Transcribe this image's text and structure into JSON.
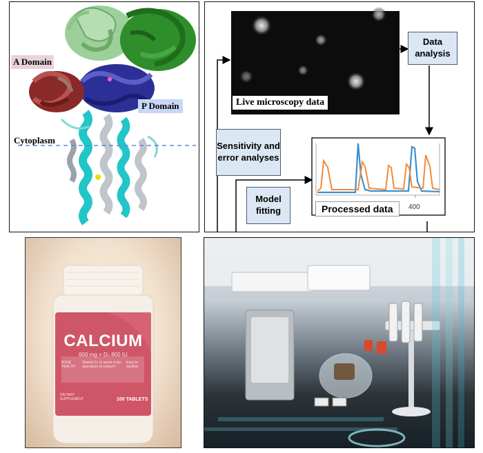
{
  "protein_panel": {
    "a_domain": "A Domain",
    "p_domain": "P Domain",
    "cytoplasm": "Cytoplasm"
  },
  "workflow_panel": {
    "microscopy": "Live microscopy data",
    "data_analysis": "Data analysis",
    "sensitivity": "Sensitivity and error analyses",
    "model_fitting": "Model fitting",
    "processed": "Processed data",
    "axis_tick": "400",
    "series_colors": [
      "#3a8fd0",
      "#f08a3c"
    ]
  },
  "bottle_panel": {
    "brand": "CALCIUM",
    "dose": "600 mg + D₃ 800 IU",
    "side_left": "BONE HEALTH*",
    "center_text": "Vitamin D₃ to assist in the absorption of calcium*",
    "side_right": "Easy to swallow",
    "bottom_left": "DIETARY SUPPLEMENT",
    "count": "100 TABLETS"
  }
}
